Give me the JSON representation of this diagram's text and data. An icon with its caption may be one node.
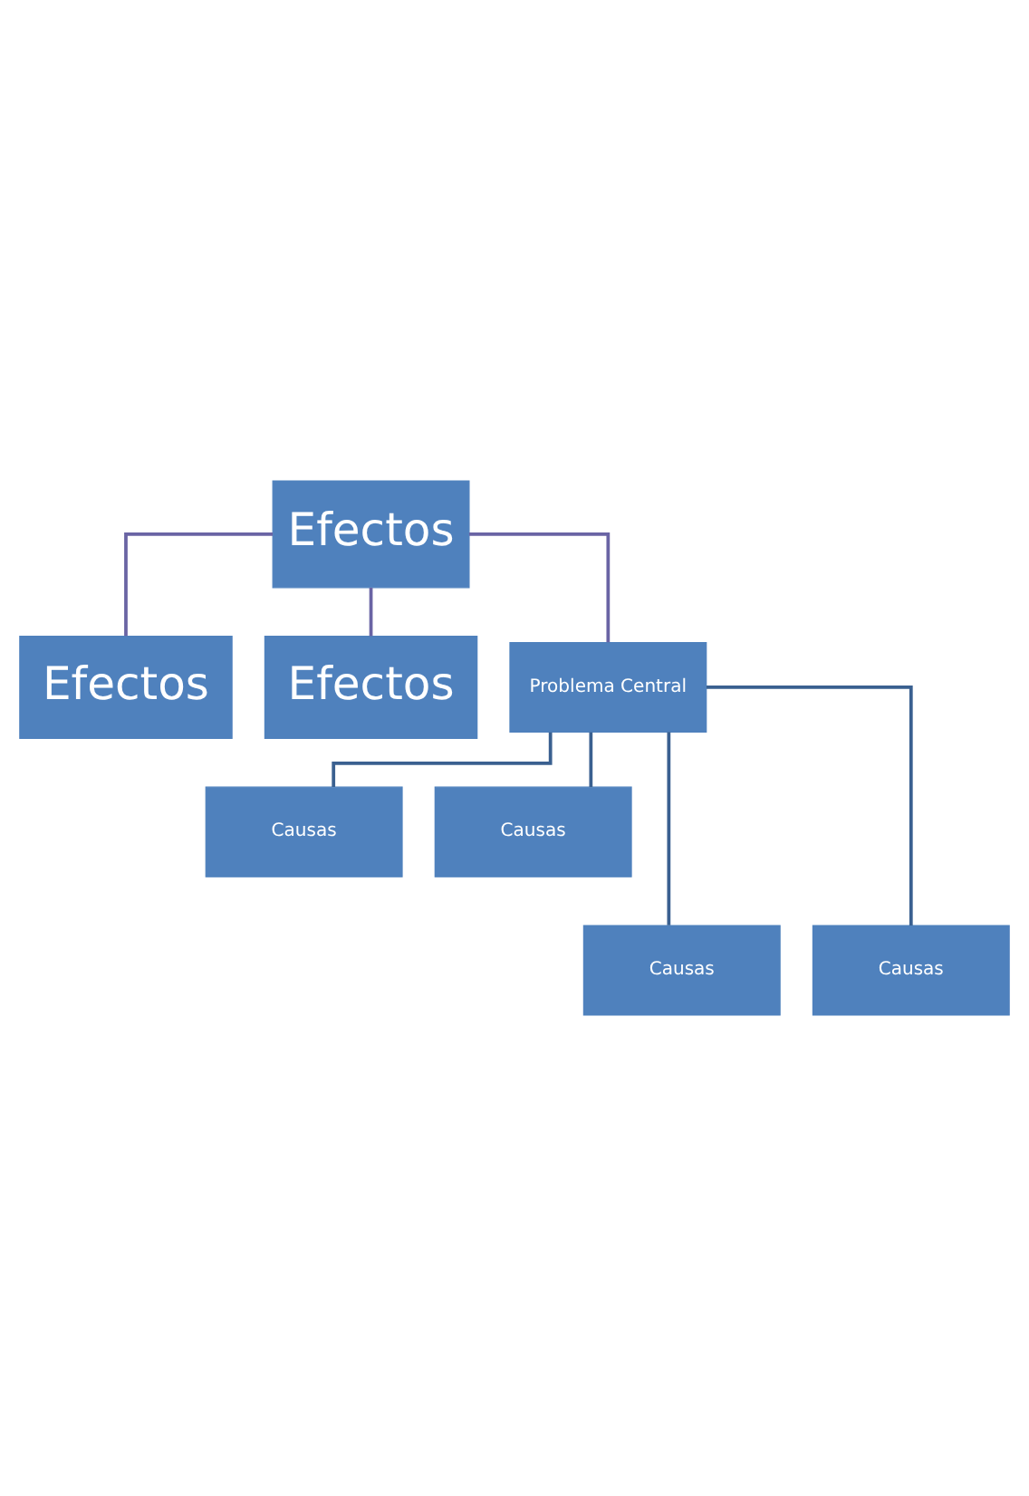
{
  "diagram": {
    "nodes": [
      {
        "text": [
          "Efectos"
        ]
      },
      {
        "text": [
          "Efectos"
        ]
      },
      {
        "text": [
          "Efectos"
        ]
      },
      {
        "text": [
          "Problema Central"
        ]
      },
      {
        "text": [
          "Causas"
        ]
      },
      {
        "text": [
          "Causas"
        ]
      },
      {
        "text": [
          "Causas"
        ]
      },
      {
        "text": [
          "Causas"
        ]
      }
    ],
    "edges": [
      {
        "from": 0,
        "to": 1,
        "arrow": "none",
        "color": "#6a64a4"
      },
      {
        "from": 0,
        "to": 2,
        "arrow": "none",
        "color": "#6a64a4"
      },
      {
        "from": 0,
        "to": 3,
        "arrow": "none",
        "color": "#6a64a4"
      },
      {
        "from": 3,
        "to": 4,
        "arrow": "none"
      },
      {
        "from": 3,
        "to": 5,
        "arrow": "none"
      },
      {
        "from": 3,
        "to": 6,
        "arrow": "none"
      },
      {
        "from": 3,
        "to": 7,
        "arrow": "none"
      }
    ]
  }
}
